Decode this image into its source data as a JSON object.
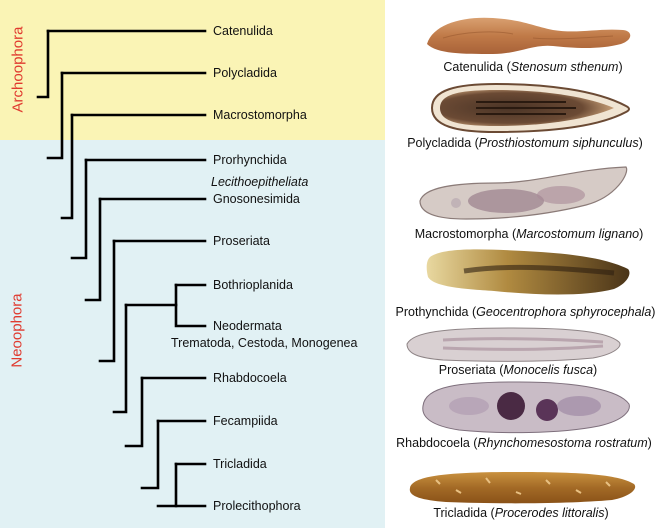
{
  "groups": {
    "archoophora": "Archoophora",
    "neoophora": "Neoophora",
    "archoophora_color": "#faf4b5",
    "neoophora_color": "#e1f1f4",
    "label_color": "#e03a2f"
  },
  "taxa": {
    "catenulida": "Catenulida",
    "polycladida": "Polycladida",
    "macrostomorpha": "Macrostomorpha",
    "prorhynchida": "Prorhynchida",
    "lecithoepitheliata": "Lecithoepitheliata",
    "gnosonesimida": "Gnosonesimida",
    "proseriata": "Proseriata",
    "bothrioplanida": "Bothrioplanida",
    "neodermata": "Neodermata",
    "neodermata_sub": "Trematoda, Cestoda, Monogenea",
    "rhabdocoela": "Rhabdocoela",
    "fecampiida": "Fecampiida",
    "tricladida": "Tricladida",
    "prolecithophora": "Prolecithophora"
  },
  "specimens": [
    {
      "name": "Catenulida",
      "species": "Stenosum sthenum"
    },
    {
      "name": "Polycladida",
      "species": "Prosthiostomum siphunculus"
    },
    {
      "name": "Macrostomorpha",
      "species": "Marcostomum lignano"
    },
    {
      "name": "Prothynchida",
      "species": "Geocentrophora sphyrocephala"
    },
    {
      "name": "Proseriata",
      "species": "Monocelis fusca"
    },
    {
      "name": "Rhabdocoela",
      "species": "Rhynchomesostoma rostratum"
    },
    {
      "name": "Tricladida",
      "species": "Procerodes littoralis"
    }
  ]
}
